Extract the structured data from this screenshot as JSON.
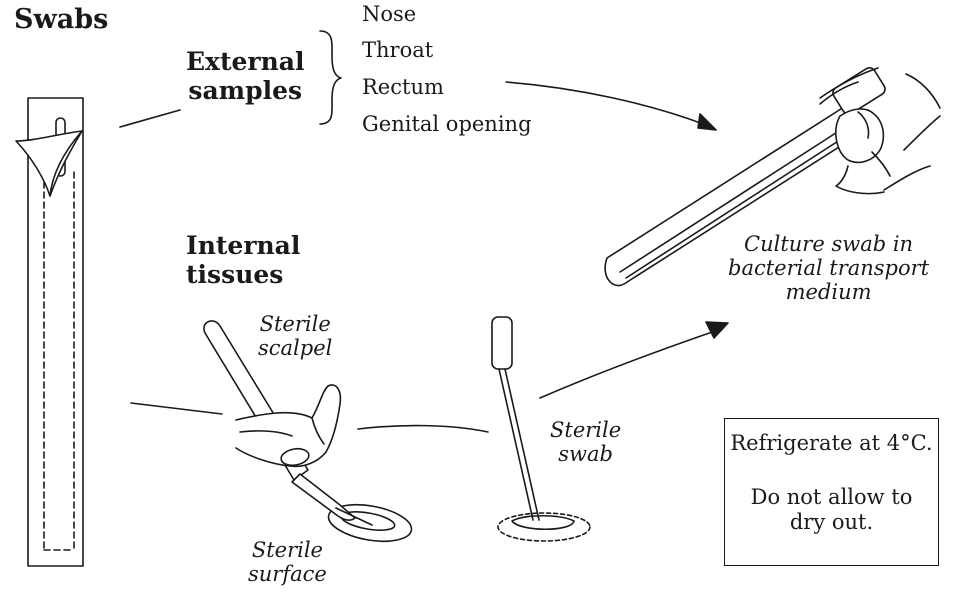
{
  "title": "Swabs",
  "external": {
    "heading_line1": "External",
    "heading_line2": "samples",
    "sites": [
      "Nose",
      "Throat",
      "Rectum",
      "Genital opening"
    ]
  },
  "internal": {
    "heading_line1": "Internal",
    "heading_line2": "tissues"
  },
  "labels": {
    "scalpel_line1": "Sterile",
    "scalpel_line2": "scalpel",
    "surface_line1": "Sterile",
    "surface_line2": "surface",
    "swab_line1": "Sterile",
    "swab_line2": "swab",
    "culture_line1": "Culture swab in",
    "culture_line2": "bacterial transport",
    "culture_line3": "medium"
  },
  "note": {
    "line1": "Refrigerate at 4°C.",
    "line2": "Do not allow to",
    "line3": "dry out."
  }
}
